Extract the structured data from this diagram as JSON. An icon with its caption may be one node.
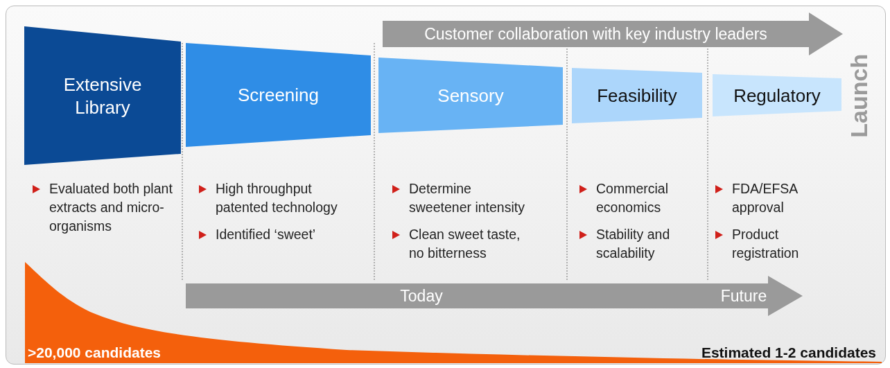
{
  "diagram": {
    "nodes": [
      {
        "text": [
          "Extensive Library"
        ],
        "beside": [
          "Evaluated both plant extracts and micro-organisms"
        ]
      },
      {
        "text": [
          "Screening"
        ],
        "beside": [
          "High throughput patented technology",
          "Identified ‘sweet’"
        ]
      },
      {
        "text": [
          "Sensory"
        ],
        "beside": [
          "Determine sweetener intensity",
          "Clean sweet taste, no bitterness"
        ]
      },
      {
        "text": [
          "Feasibility"
        ],
        "beside": [
          "Commercial economics",
          "Stability and scalability"
        ]
      },
      {
        "text": [
          "Regulatory"
        ],
        "beside": [
          "FDA/EFSA approval",
          "Product registration"
        ]
      },
      {
        "text": [
          "Customer collaboration with key industry leaders"
        ]
      },
      {
        "text": [
          "Today",
          "Future"
        ]
      }
    ],
    "labels": [
      "Launch",
      ">20,000 candidates",
      "Estimated 1-2 candidates"
    ]
  }
}
